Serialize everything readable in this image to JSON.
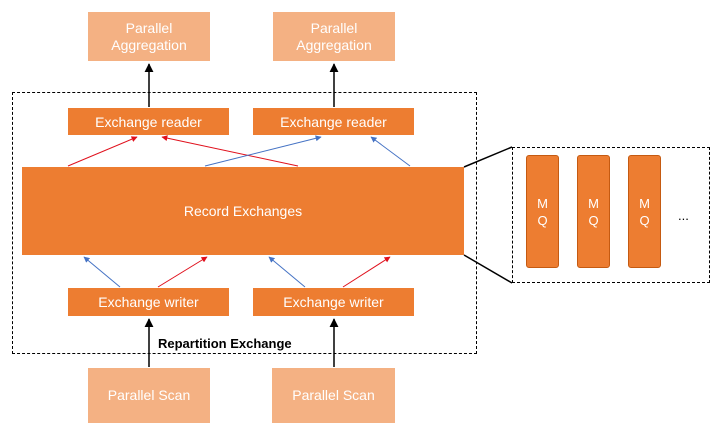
{
  "top_boxes": [
    {
      "line1": "Parallel",
      "line2": "Aggregation"
    },
    {
      "line1": "Parallel",
      "line2": "Aggregation"
    }
  ],
  "readers": [
    "Exchange reader",
    "Exchange reader"
  ],
  "record_exchanges": "Record Exchanges",
  "writers": [
    "Exchange writer",
    "Exchange writer"
  ],
  "group_label": "Repartition Exchange",
  "scans": [
    "Parallel Scan",
    "Parallel Scan"
  ],
  "mq_boxes": [
    {
      "line1": "M",
      "line2": "Q"
    },
    {
      "line1": "M",
      "line2": "Q"
    },
    {
      "line1": "M",
      "line2": "Q"
    }
  ],
  "mq_more": "...",
  "colors": {
    "dark": "#ed7d31",
    "light": "#f4b183",
    "red_arrow": "#e0101c",
    "blue_arrow": "#4472c4"
  }
}
